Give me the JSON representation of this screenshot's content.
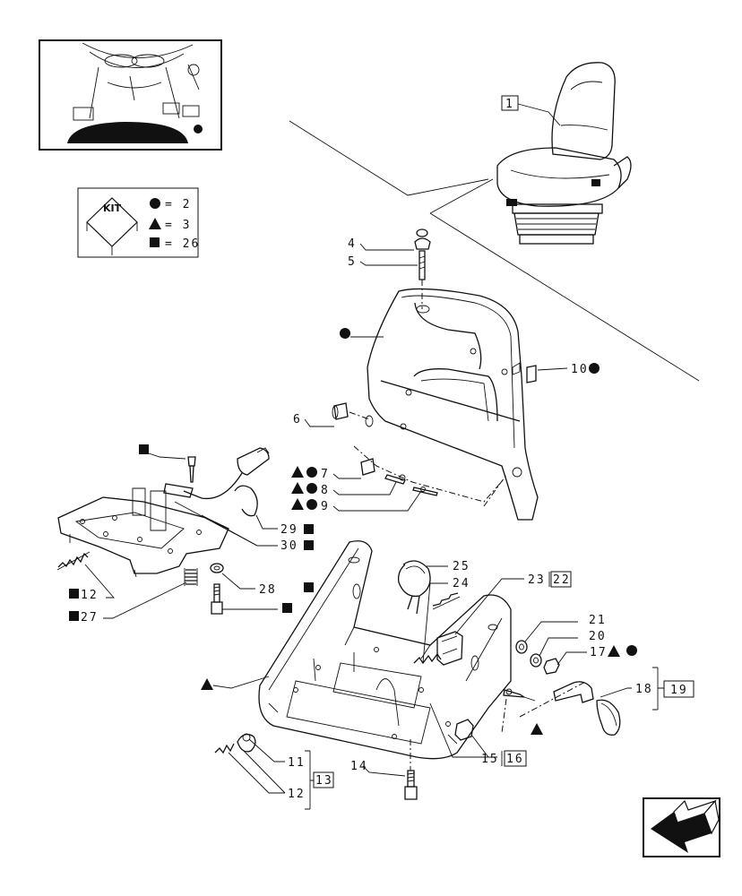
{
  "kit": {
    "label": "KIT",
    "legend": [
      {
        "symbol": "circle",
        "text": "= 2"
      },
      {
        "symbol": "triangle",
        "text": "= 3"
      },
      {
        "symbol": "square",
        "text": "= 26"
      }
    ]
  },
  "callouts": {
    "c1": "1",
    "c4": "4",
    "c5": "5",
    "c6": "6",
    "c7": "7",
    "c8": "8",
    "c9": "9",
    "c10": "10",
    "c11": "11",
    "c12a": "12",
    "c12b": "12",
    "c13": "13",
    "c14": "14",
    "c15": "15",
    "c16": "16",
    "c17": "17",
    "c18": "18",
    "c19": "19",
    "c20": "20",
    "c21": "21",
    "c22": "22",
    "c23": "23",
    "c24": "24",
    "c25": "25",
    "c27": "27",
    "c28": "28",
    "c29": "29",
    "c30": "30"
  },
  "icons": {
    "kit_box": "kit-cube-icon",
    "nav": "previous-page-arrow-icon",
    "thumbnail": "tractor-cab-thumbnail",
    "seat": "seat-assembly-illustration"
  },
  "colors": {
    "ink": "#111111",
    "paper": "#ffffff"
  }
}
